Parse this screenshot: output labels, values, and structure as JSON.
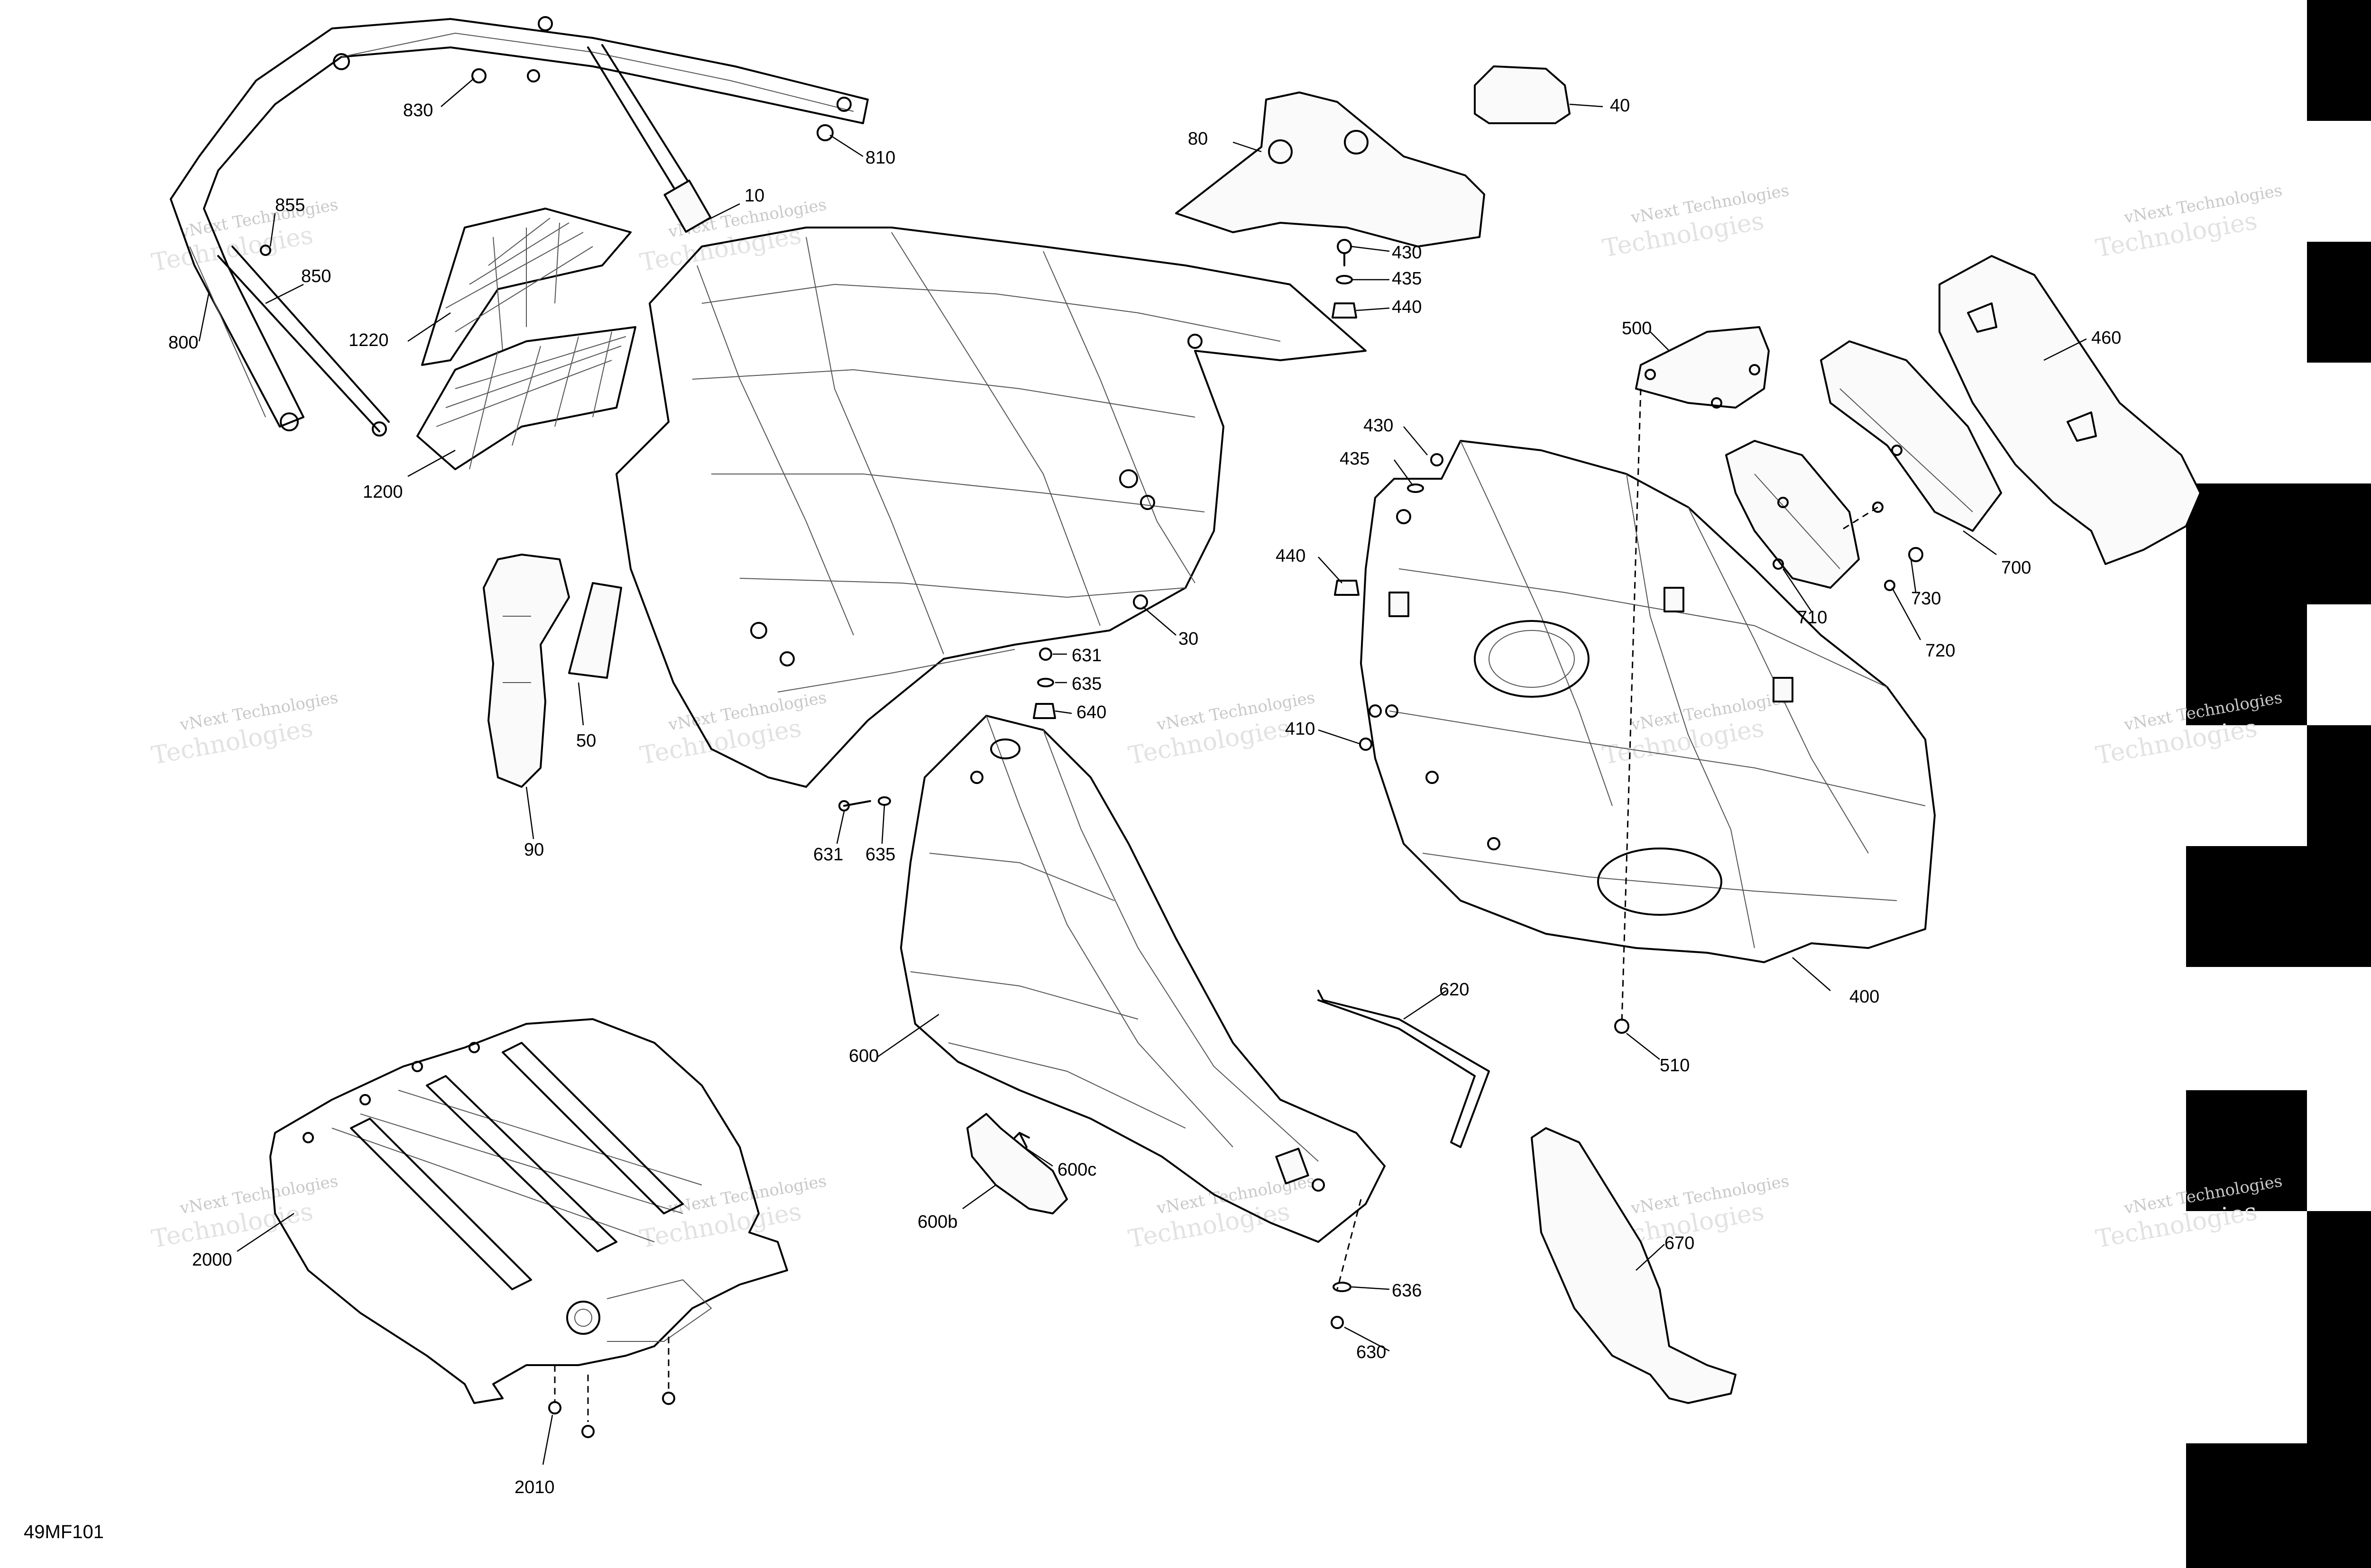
{
  "diagram": {
    "doc_id": "49MF101",
    "watermark": {
      "line1": "vNext Technologies",
      "line2": "Technologies"
    },
    "callouts": [
      {
        "id": "830",
        "label": "830"
      },
      {
        "id": "810",
        "label": "810"
      },
      {
        "id": "855",
        "label": "855"
      },
      {
        "id": "850",
        "label": "850"
      },
      {
        "id": "800",
        "label": "800"
      },
      {
        "id": "10",
        "label": "10"
      },
      {
        "id": "1220",
        "label": "1220"
      },
      {
        "id": "1200",
        "label": "1200"
      },
      {
        "id": "80",
        "label": "80"
      },
      {
        "id": "40",
        "label": "40"
      },
      {
        "id": "430a",
        "label": "430"
      },
      {
        "id": "435a",
        "label": "435"
      },
      {
        "id": "440a",
        "label": "440"
      },
      {
        "id": "500",
        "label": "500"
      },
      {
        "id": "460",
        "label": "460"
      },
      {
        "id": "430b",
        "label": "430"
      },
      {
        "id": "435b",
        "label": "435"
      },
      {
        "id": "440b",
        "label": "440"
      },
      {
        "id": "700",
        "label": "700"
      },
      {
        "id": "730",
        "label": "730"
      },
      {
        "id": "710",
        "label": "710"
      },
      {
        "id": "720",
        "label": "720"
      },
      {
        "id": "30",
        "label": "30"
      },
      {
        "id": "631a",
        "label": "631"
      },
      {
        "id": "635a",
        "label": "635"
      },
      {
        "id": "640",
        "label": "640"
      },
      {
        "id": "410",
        "label": "410"
      },
      {
        "id": "50",
        "label": "50"
      },
      {
        "id": "90",
        "label": "90"
      },
      {
        "id": "631b",
        "label": "631"
      },
      {
        "id": "635b",
        "label": "635"
      },
      {
        "id": "620",
        "label": "620"
      },
      {
        "id": "400",
        "label": "400"
      },
      {
        "id": "600",
        "label": "600"
      },
      {
        "id": "510",
        "label": "510"
      },
      {
        "id": "600c",
        "label": "600c"
      },
      {
        "id": "600b",
        "label": "600b"
      },
      {
        "id": "670",
        "label": "670"
      },
      {
        "id": "2000",
        "label": "2000"
      },
      {
        "id": "636",
        "label": "636"
      },
      {
        "id": "630",
        "label": "630"
      },
      {
        "id": "2010",
        "label": "2010"
      }
    ]
  }
}
